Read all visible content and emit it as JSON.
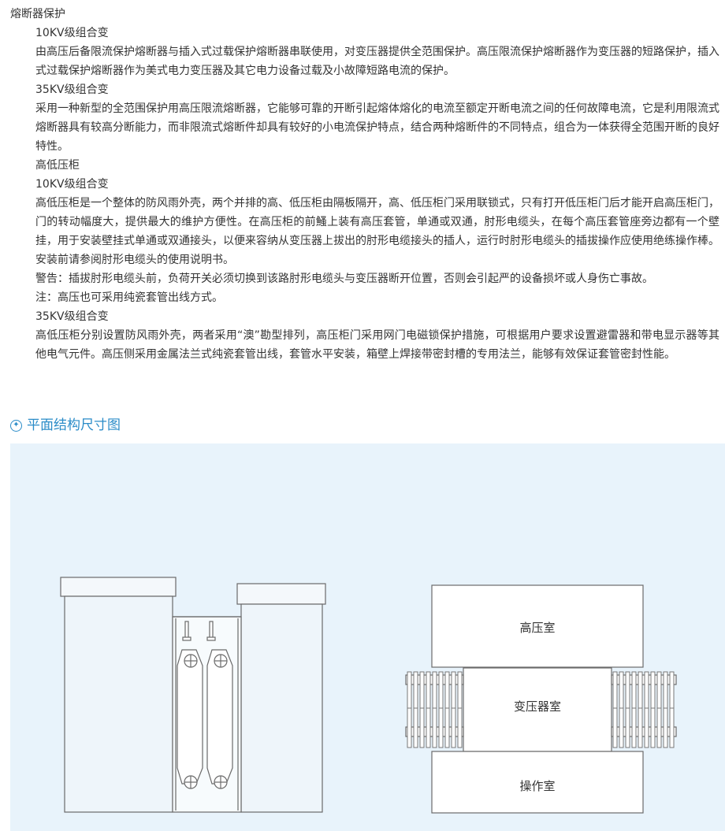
{
  "article": {
    "paragraphs": [
      {
        "text": "熔断器保护",
        "indent": false
      },
      {
        "text": "10KV级组合变",
        "indent": true
      },
      {
        "text": "由高压后备限流保护熔断器与插入式过载保护熔断器串联使用，对变压器提供全范围保护。高压限流保护熔断器作为变压器的短路保护，插入式过载保护熔断器作为美式电力变压器及其它电力设备过载及小故障短路电流的保护。",
        "indent": true
      },
      {
        "text": "35KV级组合变",
        "indent": true
      },
      {
        "text": "采用一种新型的全范围保护用高压限流熔断器，它能够可靠的开断引起熔体熔化的电流至额定开断电流之间的任何故障电流，它是利用限流式熔断器具有较高分断能力，而非限流式熔断件却具有较好的小电流保护特点，结合两种熔断件的不同特点，组合为一体获得全范围开断的良好特性。",
        "indent": true
      },
      {
        "text": "高低压柜",
        "indent": true
      },
      {
        "text": "10KV级组合变",
        "indent": true
      },
      {
        "text": "高低压柜是一个整体的防风雨外壳，两个并排的高、低压柜由隔板隔开，高、低压柜门采用联锁式，只有打开低压柜门后才能开启高压柜门，门的转动幅度大，提供最大的维护方便性。在高压柜的前鰠上装有高压套管，单通或双通，肘形电缆头，在每个高压套管座旁边都有一个壁挂，用于安装壁挂式单通或双通接头，以便来容纳从变压器上拔出的肘形电缆接头的插人，运行时肘形电缆头的插拔操作应使用绝练操作棒。安装前请参阅肘形电缆头的使用说明书。",
        "indent": true
      },
      {
        "text": "警告：插拔肘形电缆头前，负荷开关必须切换到该路肘形电缆头与变压器断开位置，否则会引起严的设备损坏或人身伤亡事故。",
        "indent": true
      },
      {
        "text": "注：高压也可采用纯瓷套管出线方式。",
        "indent": true
      },
      {
        "text": "35KV级组合变",
        "indent": true
      },
      {
        "text": "高低压柜分别设置防风雨外壳，两者采用“澳”勘型排列，高压柜门采用网门电磁锁保护措施，可根据用户要求设置避雷器和带电显示器等其他电气元件。高压侧采用金属法兰式纯瓷套管出线，套管水平安装，箱壁上焊接带密封槽的专用法兰，能够有效保证套管密封性能。",
        "indent": true
      }
    ]
  },
  "section": {
    "icon": "star-circle-icon",
    "title": "平面结构尺寸图"
  },
  "diagram": {
    "rooms": {
      "high_voltage": "高压室",
      "transformer": "变压器室",
      "operation": "操作室"
    },
    "colors": {
      "panel_bg": "#e8f3fb",
      "accent": "#2b8cc8",
      "stroke": "#6a6a6a"
    }
  }
}
